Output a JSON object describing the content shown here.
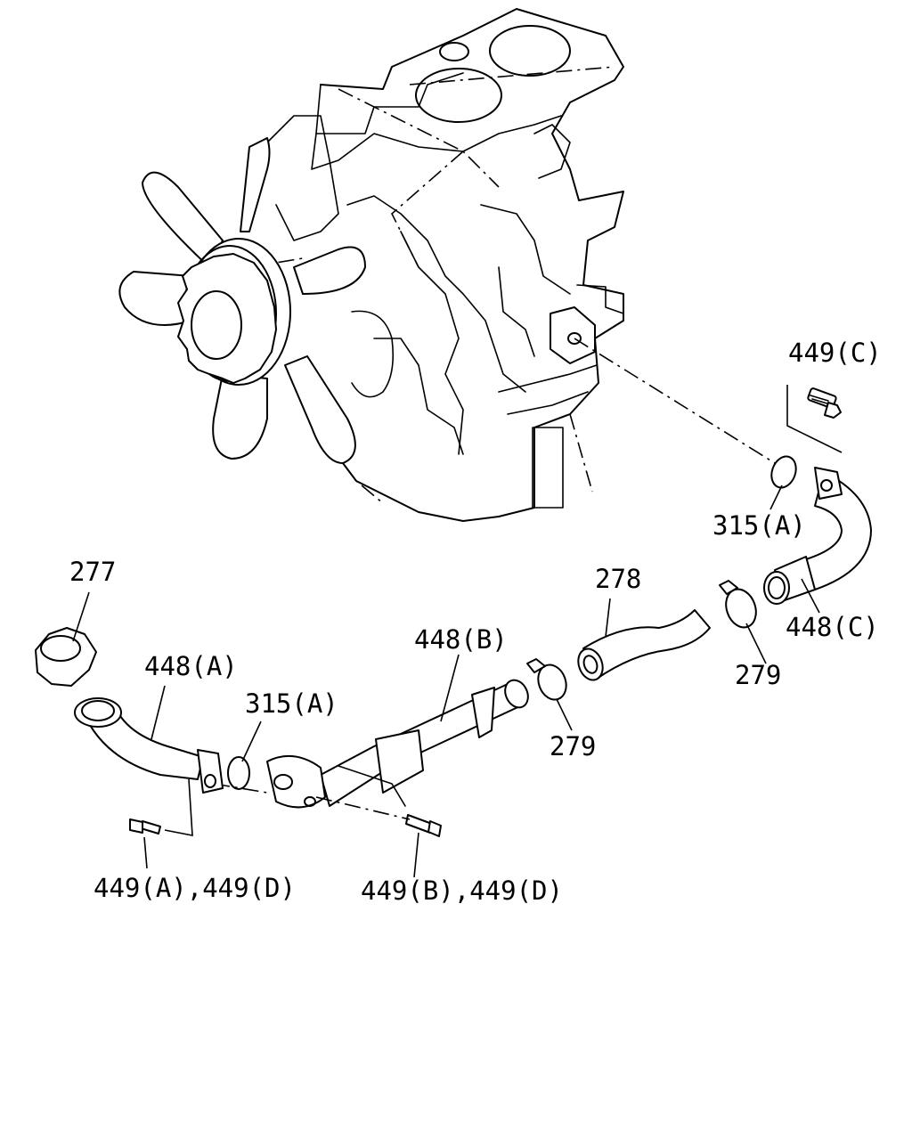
{
  "labels": {
    "p277": "277",
    "p278": "278",
    "p279a": "279",
    "p279b": "279",
    "p315a": "315(A)",
    "p315b": "315(A)",
    "p448a": "448(A)",
    "p448b": "448(B)",
    "p448c": "448(C)",
    "p449ad": "449(A),449(D)",
    "p449bd": "449(B),449(D)",
    "p449c": "449(C)"
  }
}
